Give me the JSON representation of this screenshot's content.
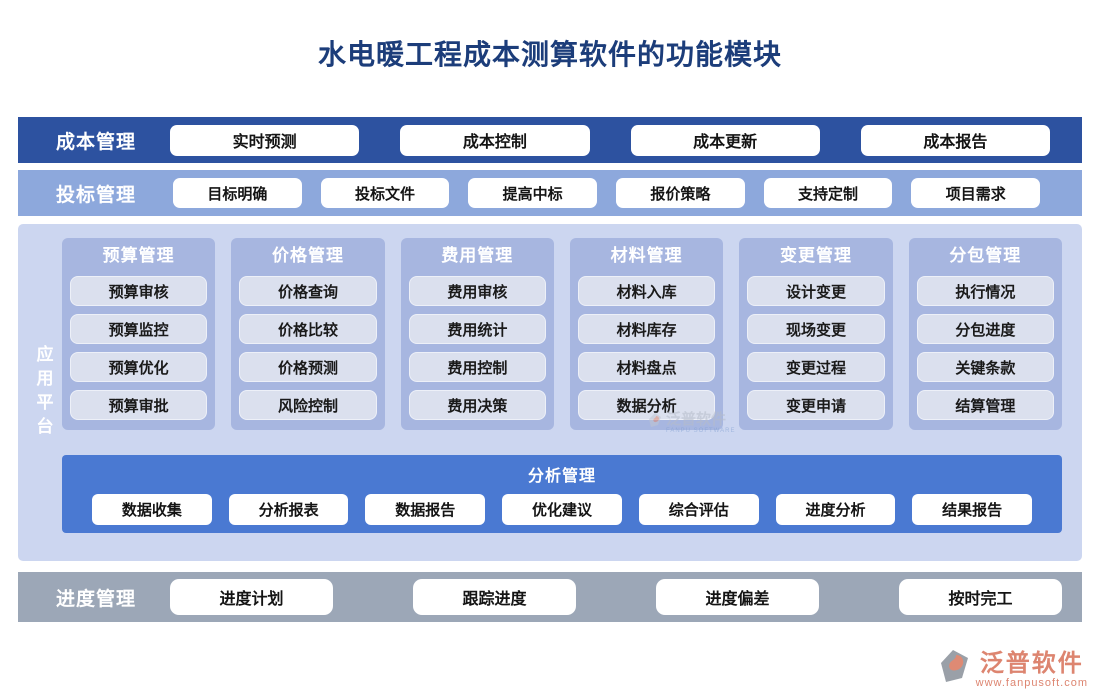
{
  "title": "水电暖工程成本测算软件的功能模块",
  "cost_row": {
    "label": "成本管理",
    "items": [
      "实时预测",
      "成本控制",
      "成本更新",
      "成本报告"
    ]
  },
  "bid_row": {
    "label": "投标管理",
    "items": [
      "目标明确",
      "投标文件",
      "提高中标",
      "报价策略",
      "支持定制",
      "项目需求"
    ]
  },
  "platform": {
    "label": "应用平台",
    "columns": [
      {
        "header": "预算管理",
        "items": [
          "预算审核",
          "预算监控",
          "预算优化",
          "预算审批"
        ]
      },
      {
        "header": "价格管理",
        "items": [
          "价格查询",
          "价格比较",
          "价格预测",
          "风险控制"
        ]
      },
      {
        "header": "费用管理",
        "items": [
          "费用审核",
          "费用统计",
          "费用控制",
          "费用决策"
        ]
      },
      {
        "header": "材料管理",
        "items": [
          "材料入库",
          "材料库存",
          "材料盘点",
          "数据分析"
        ]
      },
      {
        "header": "变更管理",
        "items": [
          "设计变更",
          "现场变更",
          "变更过程",
          "变更申请"
        ]
      },
      {
        "header": "分包管理",
        "items": [
          "执行情况",
          "分包进度",
          "关键条款",
          "结算管理"
        ]
      }
    ],
    "analysis": {
      "header": "分析管理",
      "items": [
        "数据收集",
        "分析报表",
        "数据报告",
        "优化建议",
        "综合评估",
        "进度分析",
        "结果报告"
      ]
    }
  },
  "schedule_row": {
    "label": "进度管理",
    "items": [
      "进度计划",
      "跟踪进度",
      "进度偏差",
      "按时完工"
    ]
  },
  "watermark": {
    "brand": "泛普软件",
    "subtext": "FANPU SOFTWARE"
  },
  "footer": {
    "brand": "泛普软件",
    "url": "www.fanpusoft.com"
  },
  "colors": {
    "title_text": "#1c3d7a",
    "cost_row_bg": "#2d52a0",
    "bid_row_bg": "#8da8dc",
    "platform_bg": "#ccd6f0",
    "column_bg": "#a7b6e0",
    "column_item_bg": "#dbe0ee",
    "analysis_bg": "#4a79d2",
    "schedule_bg": "#9ca7b7",
    "brand_accent": "#dd8570"
  }
}
